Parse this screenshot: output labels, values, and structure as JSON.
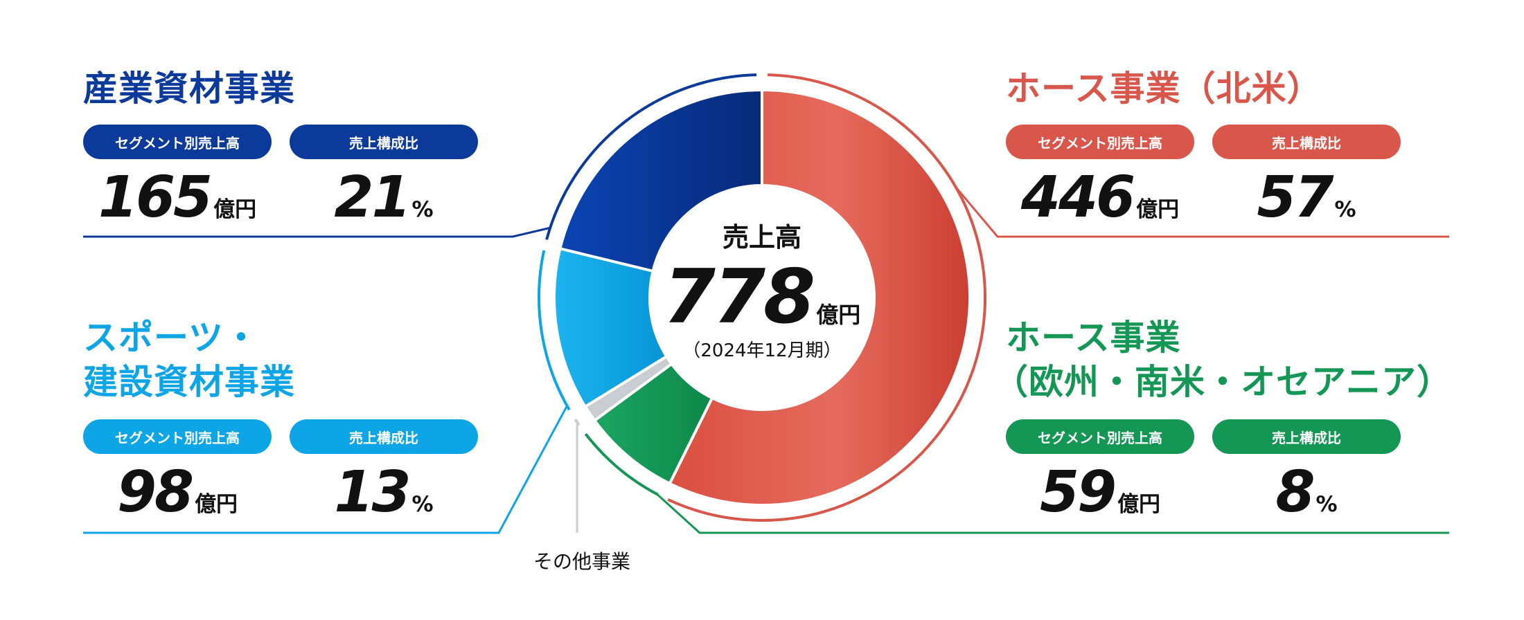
{
  "colors": {
    "industrial": "#0b3a9a",
    "hose_na": "#d9564a",
    "sports": "#0ea5e6",
    "hose_eu": "#149655",
    "other": "#c8cdd2"
  },
  "center": {
    "label": "売上高",
    "value": "778",
    "unit": "億円",
    "period": "（2024年12月期）"
  },
  "pill_labels": {
    "sales": "セグメント別売上高",
    "ratio": "売上構成比"
  },
  "segments": {
    "industrial": {
      "title": "産業資材事業",
      "sales": "165",
      "sales_unit": "億円",
      "ratio": "21",
      "ratio_unit": "%"
    },
    "hose_na": {
      "title": "ホース事業（北米）",
      "sales": "446",
      "sales_unit": "億円",
      "ratio": "57",
      "ratio_unit": "%"
    },
    "sports": {
      "title_line1": "スポーツ・",
      "title_line2": "建設資材事業",
      "sales": "98",
      "sales_unit": "億円",
      "ratio": "13",
      "ratio_unit": "%"
    },
    "hose_eu": {
      "title_line1": "ホース事業",
      "title_line2": "（欧州・南米・オセアニア）",
      "sales": "59",
      "sales_unit": "億円",
      "ratio": "8",
      "ratio_unit": "%"
    },
    "other": {
      "title": "その他事業"
    }
  },
  "chart_data": {
    "type": "pie",
    "title": "売上高",
    "total": 778,
    "unit": "億円",
    "period": "2024年12月期",
    "slices": [
      {
        "name": "ホース事業（北米）",
        "value": 446,
        "share_pct": 57,
        "color": "#d9564a"
      },
      {
        "name": "ホース事業（欧州・南米・オセアニア）",
        "value": 59,
        "share_pct": 8,
        "color": "#149655"
      },
      {
        "name": "その他事業",
        "value": 10,
        "color": "#c8cdd2"
      },
      {
        "name": "スポーツ・建設資材事業",
        "value": 98,
        "share_pct": 13,
        "color": "#0ea5e6"
      },
      {
        "name": "産業資材事業",
        "value": 165,
        "share_pct": 21,
        "color": "#0b3a9a"
      }
    ]
  }
}
